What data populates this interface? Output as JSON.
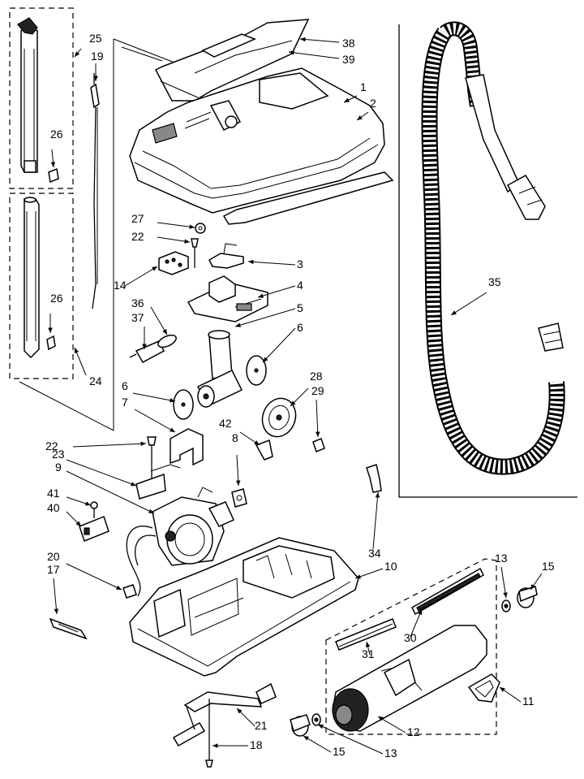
{
  "callouts": [
    "1",
    "2",
    "3",
    "4",
    "5",
    "6",
    "6",
    "7",
    "8",
    "9",
    "10",
    "11",
    "12",
    "13",
    "13",
    "14",
    "15",
    "15",
    "17",
    "18",
    "19",
    "20",
    "21",
    "22",
    "22",
    "23",
    "24",
    "25",
    "26",
    "26",
    "27",
    "28",
    "29",
    "30",
    "31",
    "34",
    "35",
    "36",
    "37",
    "38",
    "39",
    "40",
    "41",
    "42"
  ]
}
